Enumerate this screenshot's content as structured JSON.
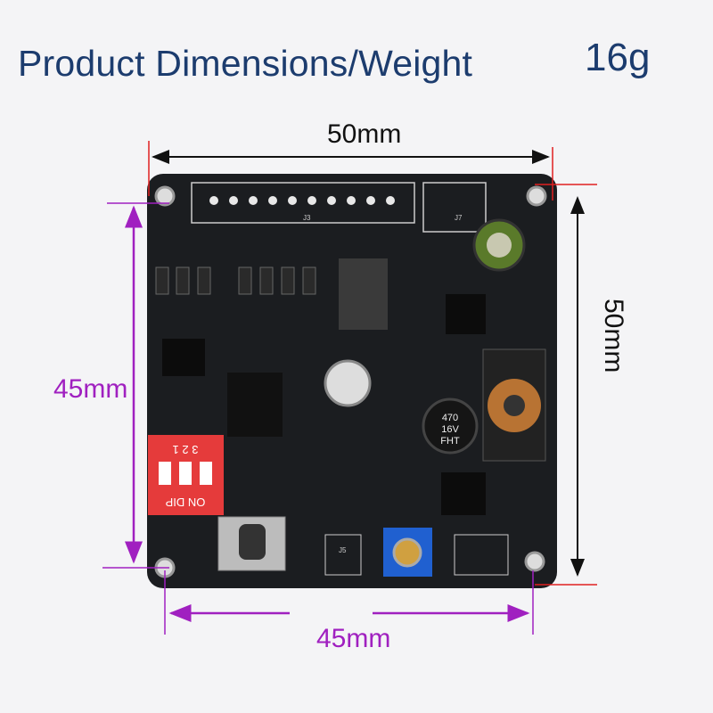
{
  "title": "Product Dimensions/Weight",
  "weight": "16g",
  "dimensions": {
    "top_width": "50mm",
    "right_height": "50mm",
    "left_hole_spacing": "45mm",
    "bottom_hole_spacing": "45mm"
  },
  "board_labels": {
    "capacitor": [
      "470",
      "16V",
      "FHT"
    ],
    "dip_switch": "ON DIP",
    "dip_numbers": "3 2 1",
    "header_j3": "J3",
    "header_j7": "J7",
    "header_j5": "J5"
  },
  "colors": {
    "title": "#1c3c6e",
    "purple": "#a020c0",
    "red": "#e02020",
    "board": "#1b1d20"
  }
}
